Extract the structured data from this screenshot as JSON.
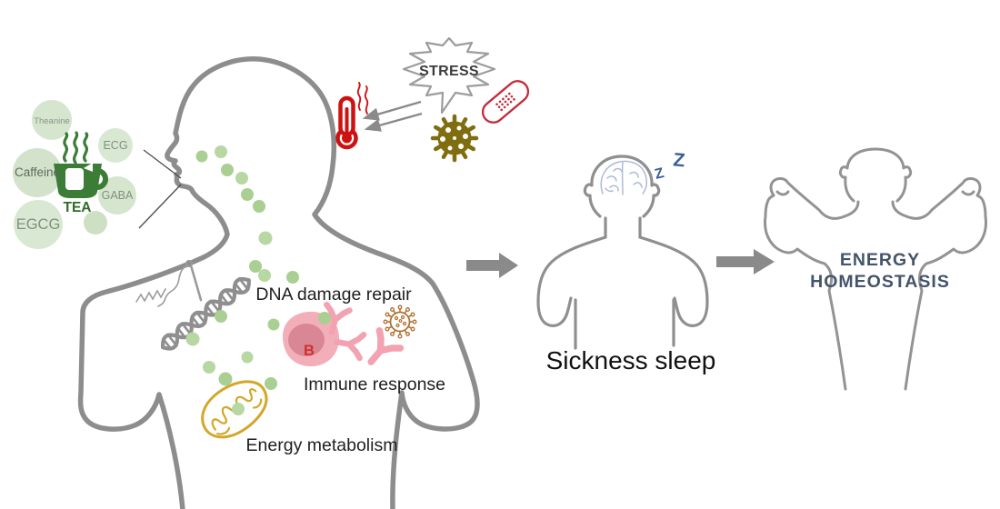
{
  "tea_cluster": {
    "beverage_label": "TEA",
    "compounds": [
      {
        "label": "Theanine"
      },
      {
        "label": "ECG"
      },
      {
        "label": "Caffeine"
      },
      {
        "label": "GABA"
      },
      {
        "label": "EGCG"
      }
    ]
  },
  "stressors": {
    "stress_label": "STRESS"
  },
  "annotations": {
    "dna_damage_repair": "DNA damage repair",
    "immune_response": "Immune response",
    "energy_metabolism": "Energy metabolism",
    "b_cell": "B"
  },
  "sleep": {
    "z_small": "Z",
    "z_large": "Z",
    "caption": "Sickness sleep"
  },
  "outcome": {
    "line1": "ENERGY",
    "line2": "HOMEOSTASIS"
  },
  "colors": {
    "tea_green": "#3b7c36",
    "tea_text_green": "#2e6b29",
    "bubble_green": "#d6e5ce",
    "dot_green": "#a9cf93",
    "alert_red": "#ce1111",
    "bandaid_red": "#c52b3b",
    "virus_olive": "#7f6d10",
    "virus_outline_brown": "#b26d2e",
    "bcell_pink": "#f3afb9",
    "bcell_nucleus": "#d98794",
    "antibody_pink": "#f2a2b0",
    "mitochondria_gold": "#d4a62a",
    "body_outline_gray": "#8d8d8d",
    "arrow_gray": "#8a8a8a",
    "caption_slate": "#44546a",
    "z_blue": "#3a5f94",
    "brain_blue": "#adbbd9",
    "text_black": "#1f1f1f"
  }
}
